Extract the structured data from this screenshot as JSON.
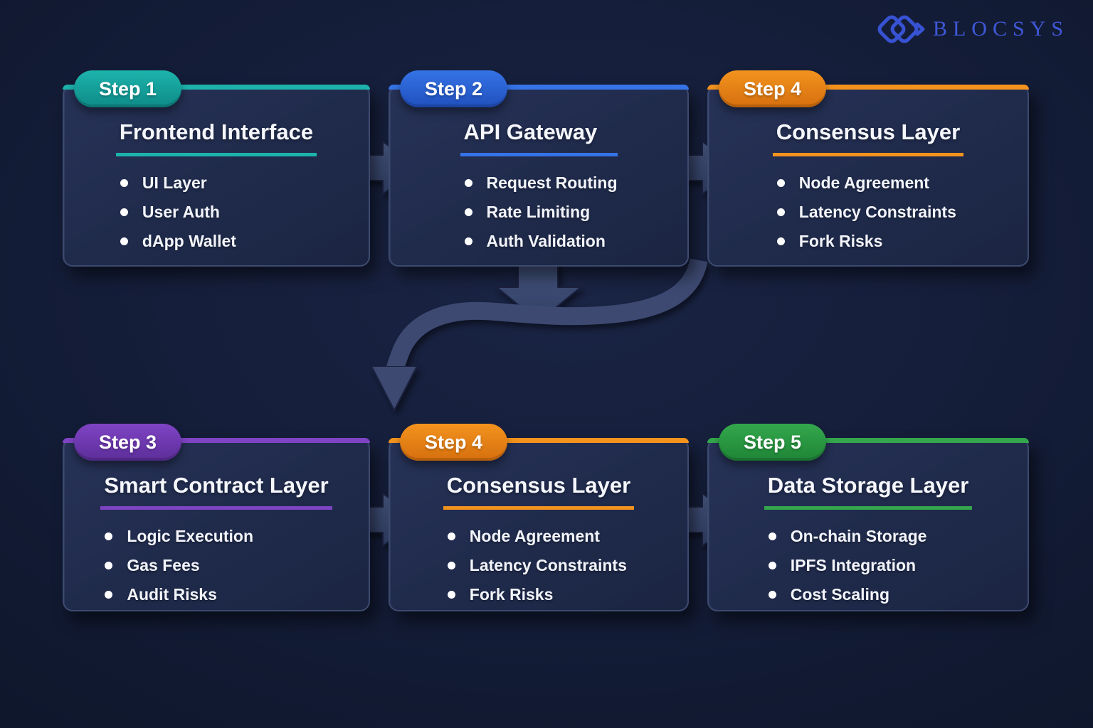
{
  "logo": {
    "text": "BLOCSYS",
    "color": "#3f58d8",
    "icon": "overlapping-diamonds-chevron-icon"
  },
  "palette": {
    "background": "#141d38",
    "card_background": "#202b4c",
    "arrow": "#3a476f",
    "text": "#f5f7fc"
  },
  "cards": [
    {
      "step_label": "Step 1",
      "title": "Frontend Interface",
      "bullets": [
        "UI Layer",
        "User Auth",
        "dApp Wallet"
      ],
      "accent": "#1db3ac",
      "accent_dark": "#0e8b88"
    },
    {
      "step_label": "Step 2",
      "title": "API Gateway",
      "bullets": [
        "Request Routing",
        "Rate Limiting",
        "Auth Validation"
      ],
      "accent": "#3573e6",
      "accent_dark": "#2050bd"
    },
    {
      "step_label": "Step 4",
      "title": "Consensus Layer",
      "bullets": [
        "Node Agreement",
        "Latency Constraints",
        "Fork Risks"
      ],
      "accent": "#f3931e",
      "accent_dark": "#d56f0e"
    },
    {
      "step_label": "Step 3",
      "title": "Smart Contract Layer",
      "bullets": [
        "Logic Execution",
        "Gas Fees",
        "Audit Risks"
      ],
      "accent": "#7f44c4",
      "accent_dark": "#5c2e99"
    },
    {
      "step_label": "Step 4",
      "title": "Consensus Layer",
      "bullets": [
        "Node Agreement",
        "Latency Constraints",
        "Fork Risks"
      ],
      "accent": "#f3931e",
      "accent_dark": "#d56f0e"
    },
    {
      "step_label": "Step 5",
      "title": "Data Storage Layer",
      "bullets": [
        "On-chain Storage",
        "IPFS Integration",
        "Cost Scaling"
      ],
      "accent": "#34a74d",
      "accent_dark": "#1e8536"
    }
  ],
  "flow": [
    {
      "from": "Frontend Interface",
      "to": "API Gateway",
      "style": "horizontal-arrow"
    },
    {
      "from": "API Gateway",
      "to": "Consensus Layer",
      "style": "horizontal-arrow"
    },
    {
      "from": "API Gateway",
      "to": "Consensus Layer (bottom)",
      "style": "down-and-curved-arrow"
    },
    {
      "from": "Smart Contract Layer",
      "to": "Consensus Layer (bottom)",
      "style": "horizontal-arrow"
    },
    {
      "from": "Consensus Layer (bottom)",
      "to": "Data Storage Layer",
      "style": "horizontal-arrow"
    }
  ]
}
